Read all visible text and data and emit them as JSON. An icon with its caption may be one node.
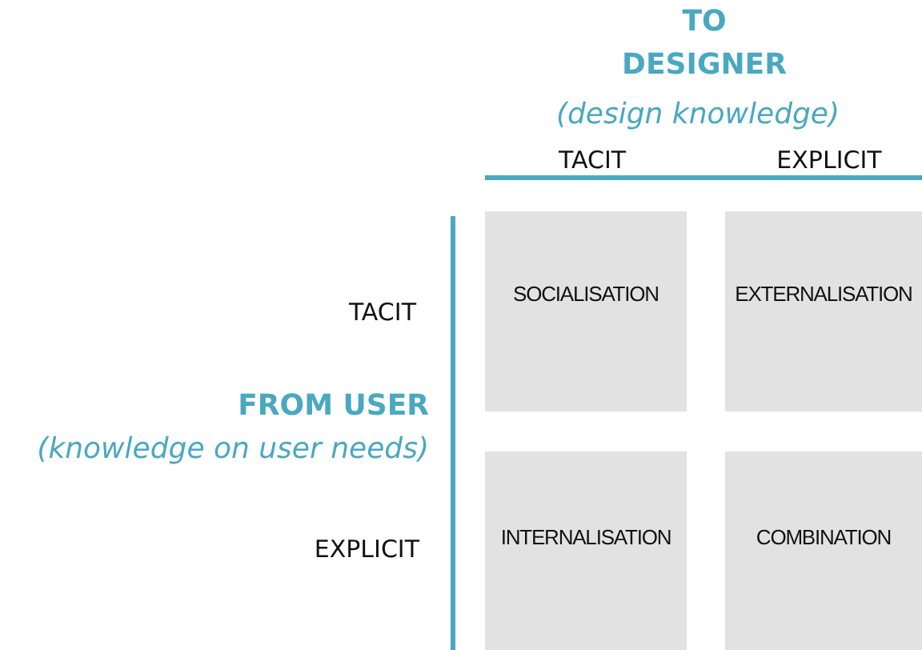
{
  "diagram": {
    "nodes": [
      {
        "text": [
          "SOCIALISATION"
        ]
      },
      {
        "text": [
          "EXTERNALISATION"
        ]
      },
      {
        "text": [
          "INTERNALISATION"
        ]
      },
      {
        "text": [
          "COMBINATION"
        ]
      }
    ],
    "labels": [
      "TO DESIGNER",
      "(design knowledge)",
      "TACIT",
      "EXPLICIT",
      "TACIT",
      "FROM USER",
      "(knowledge on user needs)",
      "EXPLICIT"
    ]
  }
}
